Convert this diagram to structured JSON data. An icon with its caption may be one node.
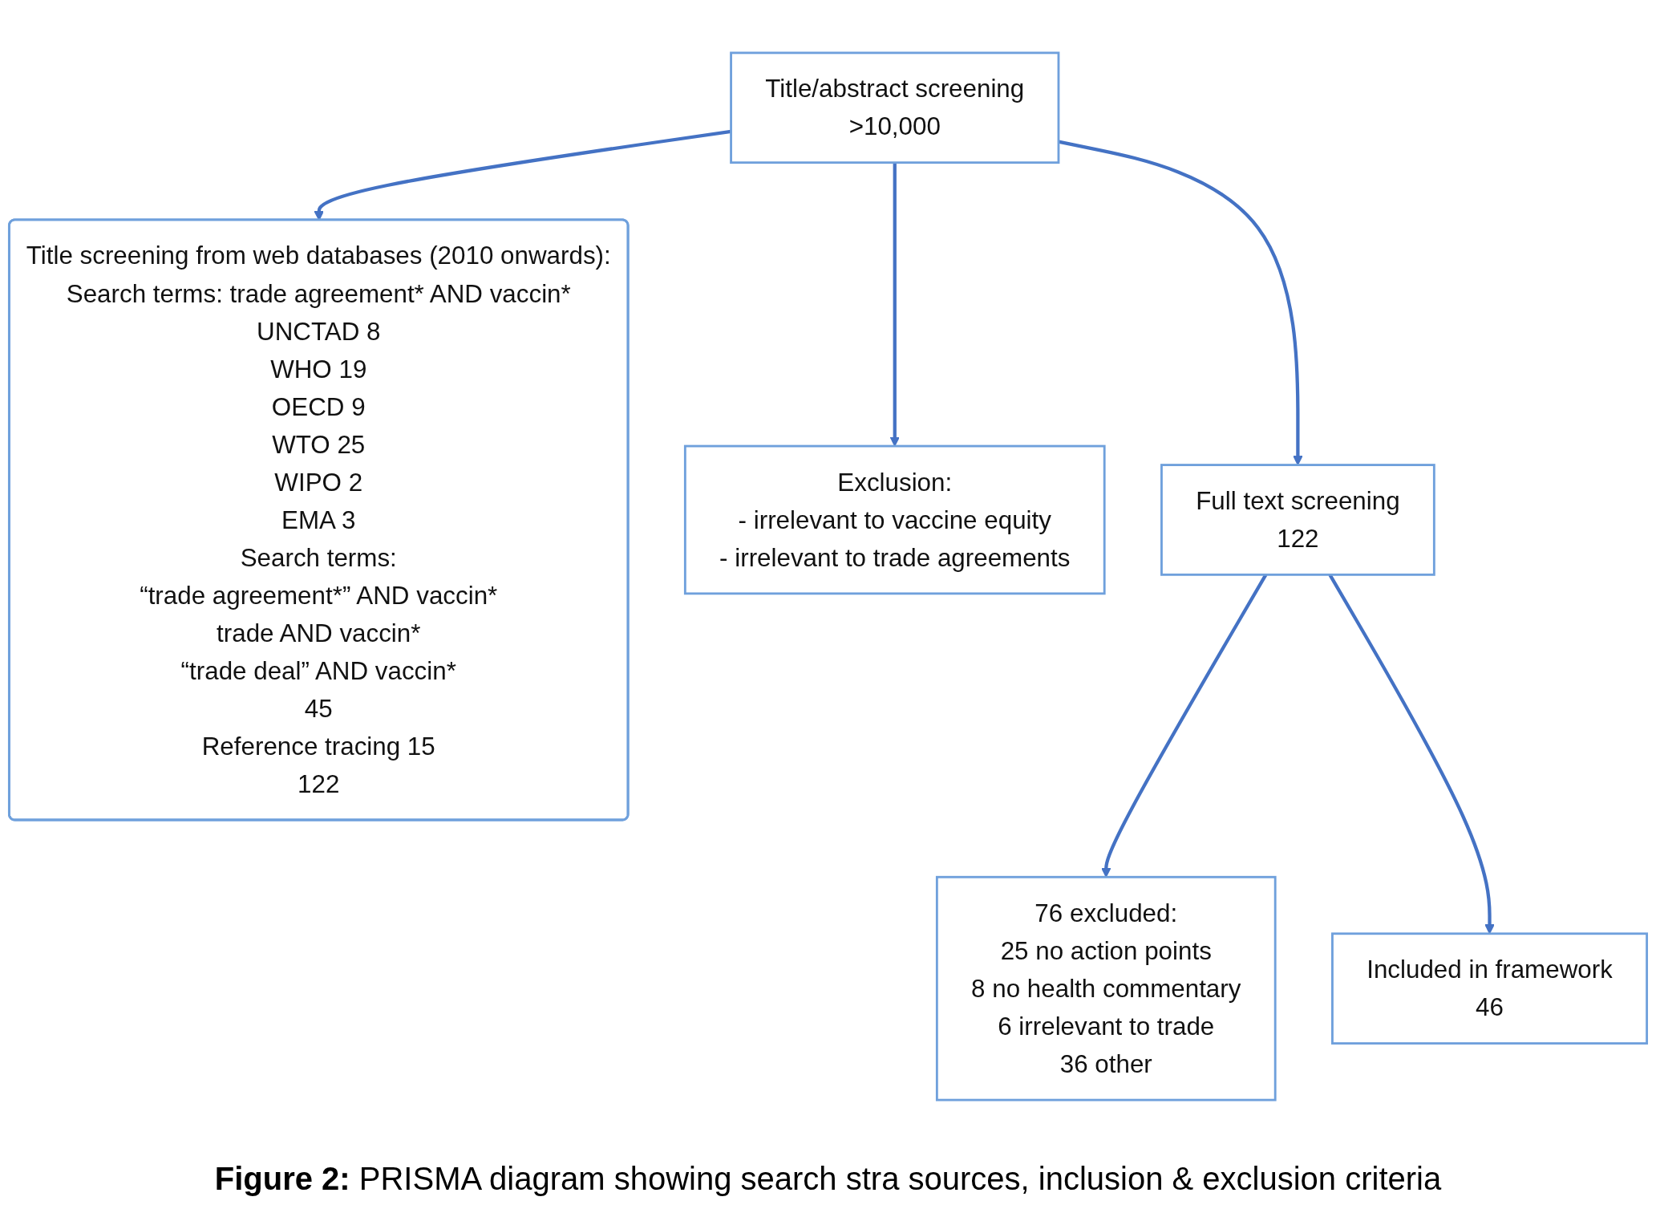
{
  "diagram": {
    "caption": "**Figure 2:** PRISMA diagram showing search stra sources, inclusion & exclusion criteria",
    "nodes": [
      {
        "text": [
          "Title screening from web databases (2010 onwards):",
          "Search terms: trade agreement* AND vaccin*",
          "UNCTAD 8",
          "WHO 19",
          "OECD 9",
          "WTO 25",
          "WIPO 2",
          "EMA 3",
          "Search terms:",
          "“trade agreement*” AND vaccin*",
          "trade AND vaccin*",
          "“trade deal” AND vaccin*",
          "45",
          "Reference tracing 15",
          "122"
        ]
      },
      {
        "text": [
          "Title/abstract screening",
          ">10,000"
        ]
      },
      {
        "text": [
          "Exclusion:",
          "- irrelevant to vaccine equity",
          "- irrelevant to trade agreements"
        ]
      },
      {
        "text": [
          "Full text screening",
          "122"
        ]
      },
      {
        "text": [
          "76 excluded:",
          "25 no action points",
          "8 no health commentary",
          "6 irrelevant to trade",
          "36 other"
        ]
      },
      {
        "text": [
          "Included in framework",
          "46"
        ]
      }
    ],
    "edges": [
      {
        "from": 1,
        "to": 0,
        "arrow": "to"
      },
      {
        "from": 1,
        "to": 2,
        "arrow": "to"
      },
      {
        "from": 1,
        "to": 3,
        "arrow": "to"
      },
      {
        "from": 3,
        "to": 4,
        "arrow": "to"
      },
      {
        "from": 3,
        "to": 5,
        "arrow": "to"
      }
    ]
  }
}
